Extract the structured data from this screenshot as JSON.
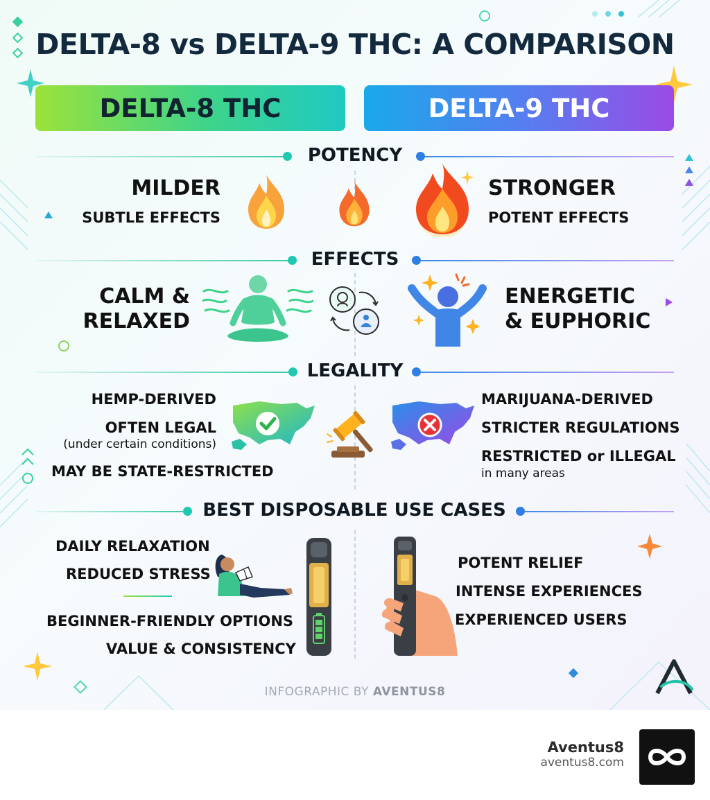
{
  "title": "DELTA-8 vs DELTA-9 THC: A COMPARISON",
  "banners": {
    "left": "DELTA-8 THC",
    "right": "DELTA-9 THC"
  },
  "potency": {
    "heading": "POTENCY",
    "left": {
      "title": "MILDER",
      "subtitle": "SUBTLE EFFECTS"
    },
    "right": {
      "title": "STRONGER",
      "subtitle": "POTENT EFFECTS"
    }
  },
  "effects": {
    "heading": "EFFECTS",
    "left": [
      "CALM &",
      "RELAXED"
    ],
    "right": [
      "ENERGETIC",
      "& EUPHORIC"
    ]
  },
  "legality": {
    "heading": "LEGALITY",
    "left": {
      "line1": "HEMP-DERIVED",
      "line2": "OFTEN LEGAL",
      "note": "(under certain conditions)",
      "line3": "MAY BE STATE-RESTRICTED"
    },
    "right": {
      "line1": "MARIJUANA-DERIVED",
      "line2": "STRICTER REGULATIONS",
      "line3": "RESTRICTED or ILLEGAL",
      "note": "in many areas"
    }
  },
  "use_cases": {
    "heading": "BEST DISPOSABLE USE CASES",
    "left": [
      "DAILY RELAXATION",
      "REDUCED STRESS",
      "BEGINNER-FRIENDLY OPTIONS",
      "VALUE & CONSISTENCY"
    ],
    "right": [
      "POTENT RELIEF",
      "INTENSE EXPERIENCES",
      "EXPERIENCED USERS"
    ]
  },
  "credit": {
    "prefix": "INFOGRAPHIC BY",
    "brand": "AVENTUS8"
  },
  "footer": {
    "name": "Aventus8",
    "url": "aventus8.com"
  },
  "colors": {
    "green": "#3fd48a",
    "teal": "#1ec9c2",
    "blue": "#1aa8ea",
    "purple": "#9b4ae6",
    "title": "#13293d"
  }
}
